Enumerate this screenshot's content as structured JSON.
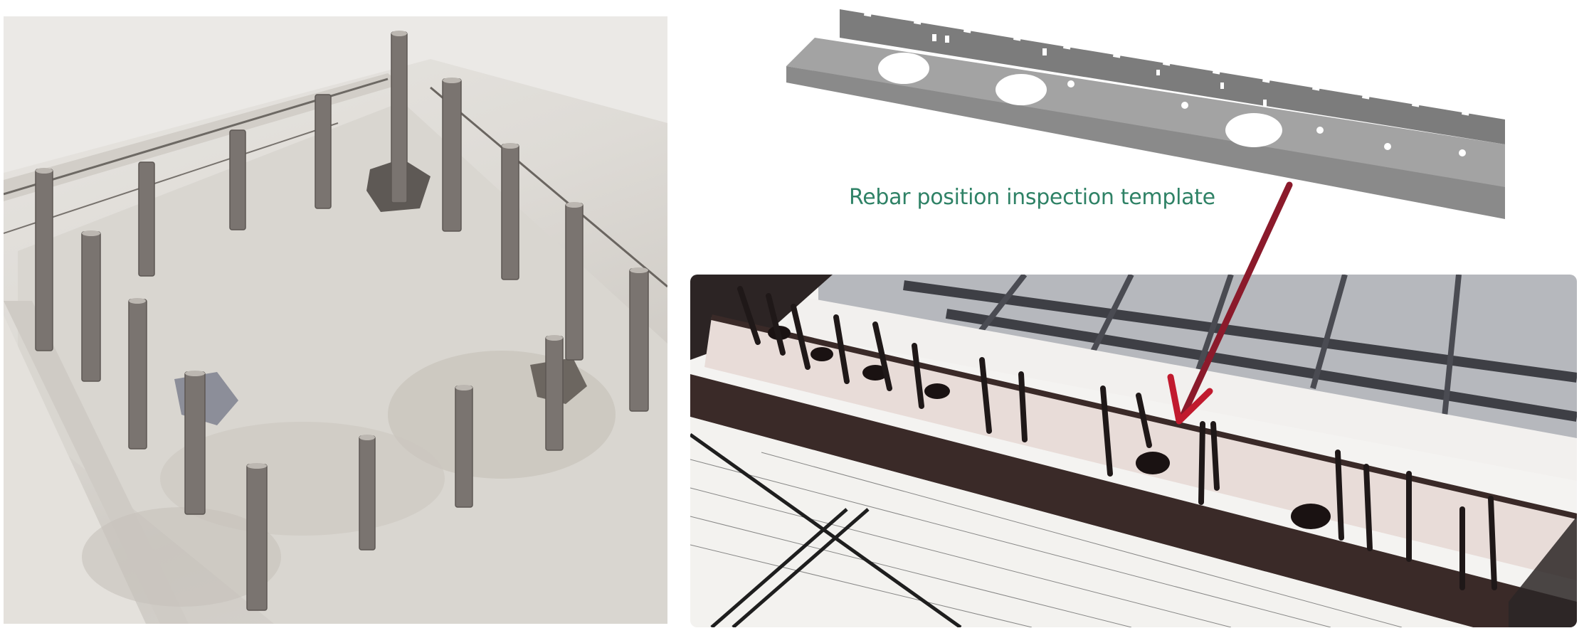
{
  "figure": {
    "caption": "Rebar position inspection template",
    "caption_color": "#2f8266",
    "arrow_color": "#8b1a2b",
    "panels": [
      {
        "id": "left-photo",
        "subject": "vertical rebar stubs protruding from a concrete slab"
      },
      {
        "id": "template-strip",
        "subject": "grey steel inspection template plate with notched edges and round holes"
      },
      {
        "id": "right-photo",
        "subject": "inspection template installed on a beam over rebar, seen from above"
      }
    ],
    "colors": {
      "rebar": "#7a7470",
      "concrete": "#dedbd6",
      "template_grey": "#8e8e8e",
      "template_face": "#a3a3a3",
      "beam_dark": "#3a2a28",
      "template_plate_in_photo": "#e8dcd8",
      "floor_right": "#9a9ea8"
    }
  }
}
